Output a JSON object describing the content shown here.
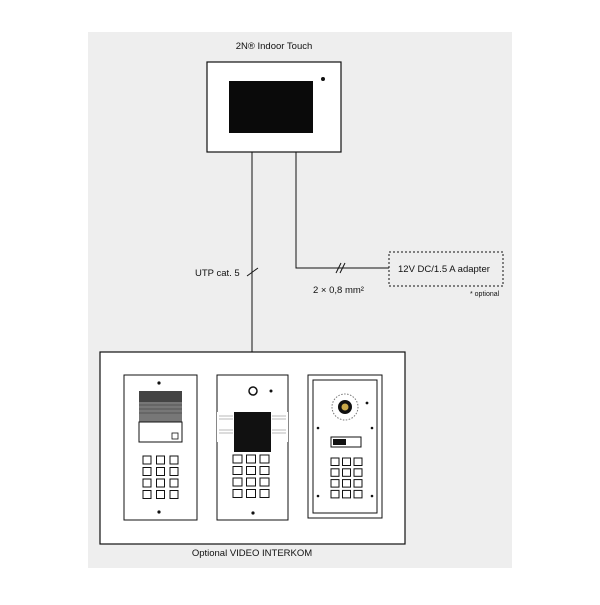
{
  "indoor_unit": {
    "title": "2N® Indoor Touch"
  },
  "cable_utp": {
    "label": "UTP cat. 5"
  },
  "cable_power": {
    "label": "2 × 0,8 mm²"
  },
  "adapter": {
    "label": "12V DC/1.5 A adapter",
    "note": "* optional"
  },
  "intercom_group": {
    "label": "Optional VIDEO INTERKOM",
    "units": [
      "keypad-intercom",
      "camera-keypad-intercom",
      "camera-rfid-keypad-intercom"
    ]
  },
  "colors": {
    "background": "#eeeeee",
    "panel_fill": "#ffffff",
    "stroke": "#111111",
    "screen": "#0a0a0a"
  }
}
